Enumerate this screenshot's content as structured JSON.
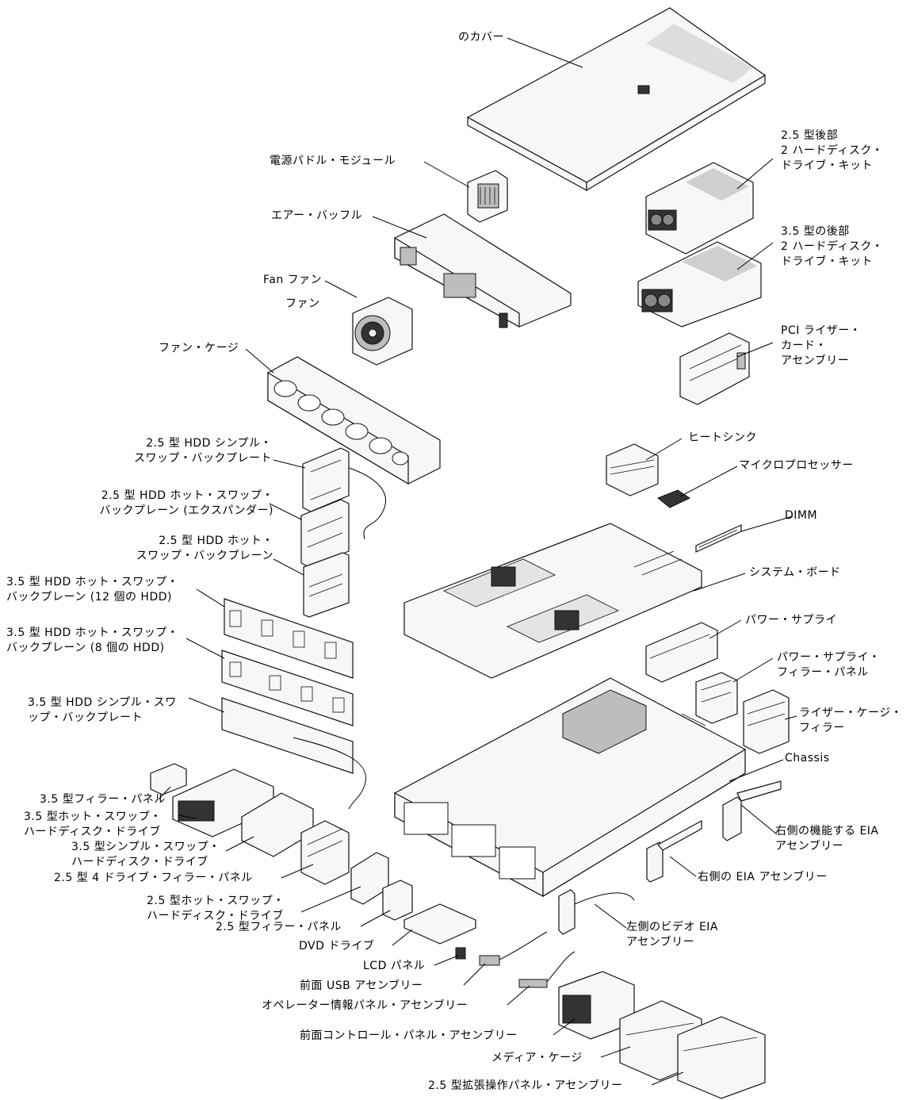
{
  "labels": {
    "cover": "のカバー",
    "rear_25_kit": [
      "2.5 型後部",
      "2 ハードディスク・",
      "ドライブ・キット"
    ],
    "power_paddle": "電源パドル・モジュール",
    "air_baffle": "エアー・バッフル",
    "rear_35_kit": [
      "3.5 型の後部",
      "2 ハードディスク・",
      "ドライブ・キット"
    ],
    "fan_fan": "Fan ファン",
    "fan": "ファン",
    "pci_riser": [
      "PCI ライザー・",
      "カード・",
      "アセンブリー"
    ],
    "fan_cage": "ファン・ケージ",
    "hdd25_simple_bp": [
      "2.5 型 HDD シンプル・",
      "スワップ・バックプレート"
    ],
    "heatsink": "ヒートシンク",
    "microprocessor": "マイクロプロセッサー",
    "hdd25_hot_expander": [
      "2.5 型 HDD ホット・スワップ・",
      "バックプレーン (エクスパンダー)"
    ],
    "dimm": "DIMM",
    "hdd25_hot_bp": [
      "2.5 型 HDD ホット・",
      "スワップ・バックプレーン"
    ],
    "system_board": "システム・ボード",
    "hdd35_hot_12": [
      "3.5 型 HDD ホット・スワップ・",
      "バックプレーン (12 個の HDD)"
    ],
    "power_supply": "パワー・サプライ",
    "hdd35_hot_8": [
      "3.5 型 HDD ホット・スワップ・",
      "バックプレーン (8 個の HDD)"
    ],
    "ps_filler": [
      "パワー・サプライ・",
      "フィラー・パネル"
    ],
    "hdd35_simple_bp": [
      "3.5 型 HDD シンプル・スワ",
      "ップ・バックプレート"
    ],
    "riser_cage_filler": [
      "ライザー・ケージ・",
      "フィラー"
    ],
    "chassis": "Chassis",
    "filler_35": "3.5 型フィラー・パネル",
    "hdd35_hotswap": [
      "3.5 型ホット・スワップ・",
      "ハードディスク・ドライブ"
    ],
    "right_eia_func": [
      "右側の機能する EIA",
      "アセンブリー"
    ],
    "hdd35_simple": [
      "3.5 型シンプル・スワップ・",
      "ハードディスク・ドライブ"
    ],
    "filler_25_4drive": "2.5 型 4 ドライブ・フィラー・パネル",
    "right_eia": "右側の EIA アセンブリー",
    "hdd25_hotswap": [
      "2.5 型ホット・スワップ・",
      "ハードディスク・ドライブ"
    ],
    "left_video_eia": [
      "左側のビデオ EIA",
      "アセンブリー"
    ],
    "filler_25": "2.5 型フィラー・パネル",
    "dvd": "DVD ドライブ",
    "lcd": "LCD パネル",
    "front_usb": "前面 USB アセンブリー",
    "operator_panel": "オペレーター情報パネル・アセンブリー",
    "front_control": "前面コントロール・パネル・アセンブリー",
    "media_cage": "メディア・ケージ",
    "expand_panel_25": "2.5 型拡張操作パネル・アセンブリー"
  }
}
